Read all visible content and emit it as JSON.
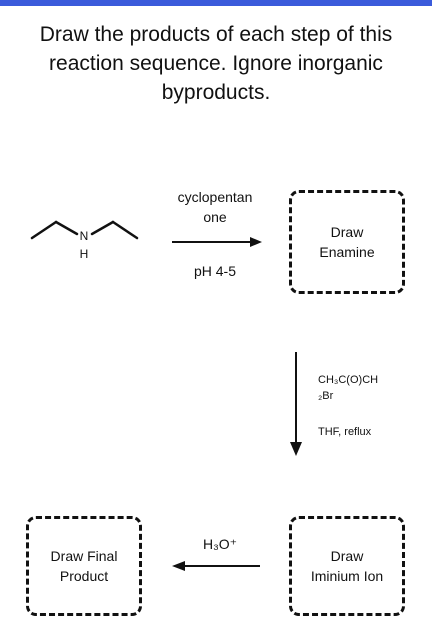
{
  "question": {
    "text": "Draw the products of each step of this reaction sequence. Ignore inorganic byproducts."
  },
  "molecule": {
    "atom_n": "N",
    "atom_h": "H"
  },
  "step1": {
    "reagent_top_line1": "cyclopentan",
    "reagent_top_line2": "one",
    "condition": "pH 4-5"
  },
  "step2": {
    "reagent_line1": "CH₃C(O)CH",
    "reagent_line2": "₂Br",
    "condition": "THF, reflux"
  },
  "step3": {
    "reagent": "H₃O⁺"
  },
  "boxes": {
    "enamine": "Draw\nEnamine",
    "iminium": "Draw\nIminium Ion",
    "final": "Draw Final\nProduct"
  },
  "colors": {
    "accent_bar": "#3b5bdb",
    "ink": "#111111"
  }
}
